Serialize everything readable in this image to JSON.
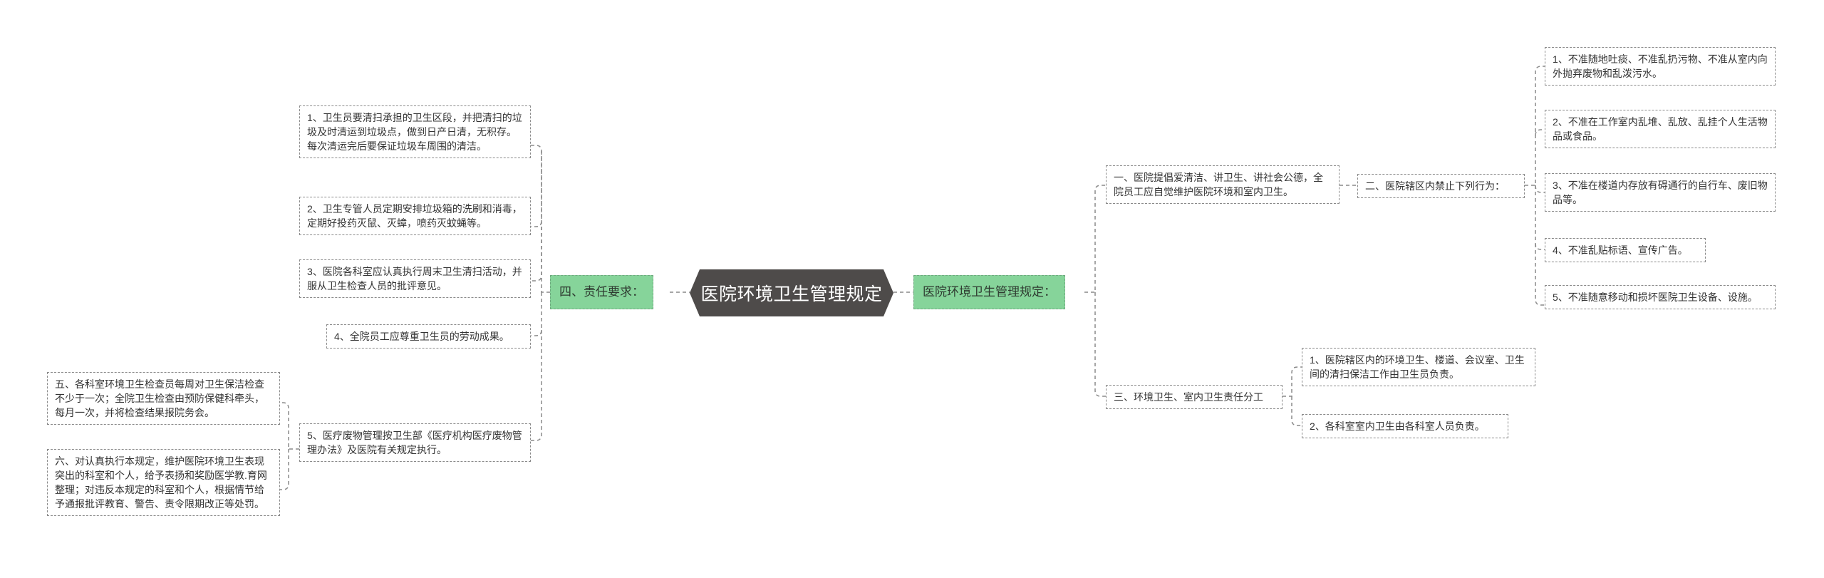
{
  "root": {
    "title": "医院环境卫生管理规定"
  },
  "left_branch": {
    "label": "四、责任要求：",
    "items": [
      "1、卫生员要清扫承担的卫生区段，并把清扫的垃圾及时清运到垃圾点，做到日产日清，无积存。每次清运完后要保证垃圾车周围的清洁。",
      "2、卫生专管人员定期安排垃圾箱的洗刷和消毒，定期好投药灭鼠、灭蟑，喷药灭蚊蝇等。",
      "3、医院各科室应认真执行周末卫生清扫活动，并服从卫生检查人员的批评意见。",
      "4、全院员工应尊重卫生员的劳动成果。",
      "5、医疗废物管理按卫生部《医疗机构医疗废物管理办法》及医院有关规定执行。"
    ],
    "sub_items": [
      "五、各科室环境卫生检查员每周对卫生保洁检查不少于一次；全院卫生检查由预防保健科牵头，每月一次，并将检查结果报院务会。",
      "六、对认真执行本规定，维护医院环境卫生表现突出的科室和个人，给予表扬和奖励医学教.育网整理；对违反本规定的科室和个人，根据情节给予通报批评教育、警告、责令限期改正等处罚。"
    ]
  },
  "right_branch": {
    "label": "医院环境卫生管理规定：",
    "section1": {
      "label": "一、医院提倡爱清洁、讲卫生、讲社会公德，全院员工应自觉维护医院环境和室内卫生。",
      "sub": {
        "label": "二、医院辖区内禁止下列行为：",
        "items": [
          "1、不准随地吐痰、不准乱扔污物、不准从室内向外抛弃废物和乱泼污水。",
          "2、不准在工作室内乱堆、乱放、乱挂个人生活物品或食品。",
          "3、不准在楼道内存放有碍通行的自行车、废旧物品等。",
          "4、不准乱贴标语、宣传广告。",
          "5、不准随意移动和损坏医院卫生设备、设施。"
        ]
      }
    },
    "section3": {
      "label": "三、环境卫生、室内卫生责任分工",
      "items": [
        "1、医院辖区内的环境卫生、楼道、会议室、卫生间的清扫保洁工作由卫生员负责。",
        "2、各科室室内卫生由各科室人员负责。"
      ]
    }
  },
  "colors": {
    "root_fill": "#4e4b4a",
    "branch_fill": "#86d49a",
    "line": "#8a8a8a"
  }
}
